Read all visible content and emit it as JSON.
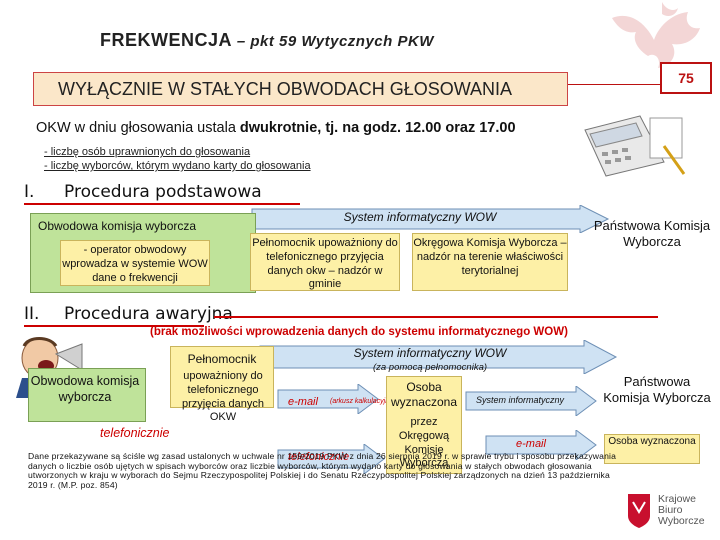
{
  "header": {
    "title": "FREKWENCJA",
    "subtitle": "– pkt 59 Wytycznych PKW",
    "banner": "WYŁĄCZNIE W STAŁYCH OBWODACH GŁOSOWANIA",
    "page_number": "75"
  },
  "intro": {
    "text_a": "OKW w dniu głosowania ustala",
    "text_b": "dwukrotnie, tj. na godz.",
    "text_c": "12.00 oraz 17.00",
    "items": [
      "- liczbę osób uprawnionych do głosowania",
      "- liczbę wyborców, którym wydano karty do głosowania"
    ]
  },
  "section1": {
    "number": "I.",
    "heading": "Procedura podstawowa",
    "obwodowa": "Obwodowa komisja wyborcza",
    "operator": "- operator obwodowy wprowadza w systemie WOW dane o frekwencji",
    "system": "System informatyczny WOW",
    "pelnomocnik": "Pełnomocnik upoważniony do telefonicznego przyjęcia danych okw – nadzór w gminie",
    "okregowa": "Okręgowa Komisja Wyborcza – nadzór na terenie właściwości terytorialnej",
    "panstwowa": "Państwowa Komisja Wyborcza"
  },
  "section2": {
    "number": "II.",
    "heading": "Procedura awaryjna",
    "note": "(brak możliwości wprowadzenia danych do systemu informatycznego WOW)",
    "obwodowa": "Obwodowa komisja wyborcza",
    "telefonicznie_1": "telefonicznie",
    "pelnomocnik_title": "Pełnomocnik",
    "pelnomocnik_text": "upoważniony do telefonicznego przyjęcia danych OKW",
    "system": "System informatyczny WOW",
    "system_note": "(za pomocą pełnomocnika)",
    "email_1": "e-mail",
    "email_1_note": "(arkusz kalkulacyjny)",
    "telefonicznie_2": "telefonicznie",
    "osoba_title": "Osoba wyznaczona",
    "osoba_text": "przez Okręgową Komisję Wyborczą",
    "system_small": "System informatyczny",
    "email_2": "e-mail",
    "panstwowa": "Państwowa Komisja Wyborcza",
    "osoba_pkw": "Osoba wyznaczona"
  },
  "footer": "Dane przekazywane są ściśle wg zasad ustalonych w uchwale nr 159/2019 PKW z dnia 26 sierpnia 2019 r. w sprawie trybu i sposobu przekazywania danych o liczbie osób ujętych w spisach wyborców oraz liczbie wyborców, którym wydano karty do głosowania w stałych obwodach głosowania utworzonych w kraju w wyborach do Sejmu Rzeczypospolitej Polskiej i do Senatu Rzeczypospolitej Polskiej zarządzonych na dzień 13 października 2019 r. (M.P. poz. 854)",
  "logo": {
    "line1": "Krajowe",
    "line2": "Biuro",
    "line3": "Wyborcze"
  },
  "colors": {
    "accent_red": "#cc0000",
    "green_box": "#bfe39a",
    "yellow_box": "#fdf0a6",
    "arrow_blue": "#cfe2f3",
    "logo_red": "#c8102e"
  }
}
